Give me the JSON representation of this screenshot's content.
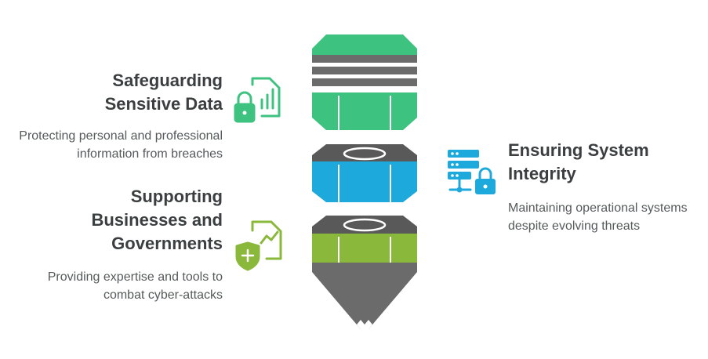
{
  "items": [
    {
      "title": "Safeguarding Sensitive Data",
      "description": "Protecting personal and professional information from breaches",
      "icon": "lock-chart-icon",
      "color": "#3ec27f"
    },
    {
      "title": "Supporting Businesses and Governments",
      "description": "Providing expertise and tools to combat cyber-attacks",
      "icon": "shield-plus-chart-icon",
      "color": "#8ab83a"
    },
    {
      "title": "Ensuring System Integrity",
      "description": "Maintaining operational systems despite evolving threats",
      "icon": "server-lock-icon",
      "color": "#1ea9dc"
    }
  ],
  "colors": {
    "green": "#3ec27f",
    "blue": "#1ea9dc",
    "olive": "#8ab83a",
    "gray": "#6b6b6b",
    "dark_gray": "#595959"
  }
}
